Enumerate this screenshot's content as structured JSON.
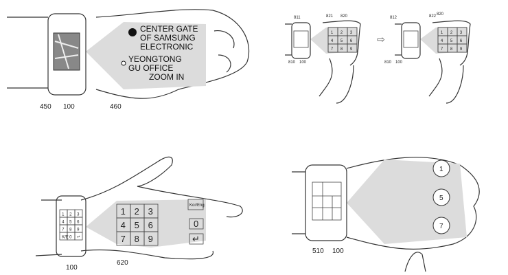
{
  "panel1": {
    "poi1": [
      "CENTER GATE",
      "OF SAMSUNG",
      "ELECTRONIC"
    ],
    "poi2": [
      "YEONGTONG",
      "GU OFFICE",
      "ZOOM IN"
    ],
    "refs": [
      "450",
      "100",
      "460"
    ]
  },
  "panel2": {
    "left_refs": {
      "top": "811",
      "mid": "821",
      "right": "820",
      "bl": "810",
      "br": "100"
    },
    "right_refs": {
      "top": "812",
      "mid": "822",
      "right": "820",
      "bl": "810",
      "br": "100"
    },
    "keys": [
      "1",
      "2",
      "3",
      "4",
      "5",
      "6",
      "7",
      "8",
      "9"
    ]
  },
  "panel3": {
    "keys": [
      "1",
      "2",
      "3",
      "4",
      "5",
      "6",
      "7",
      "8",
      "9"
    ],
    "watch_keys": [
      "1",
      "2",
      "3",
      "4",
      "5",
      "6",
      "7",
      "8",
      "9",
      "K/E",
      "0",
      "↵"
    ],
    "side_keys": [
      "Kor/Eng",
      "0",
      "↵"
    ],
    "refs": [
      "100",
      "620"
    ]
  },
  "panel4": {
    "knuckles": [
      "1",
      "5",
      "7"
    ],
    "refs": [
      "510",
      "100"
    ]
  }
}
